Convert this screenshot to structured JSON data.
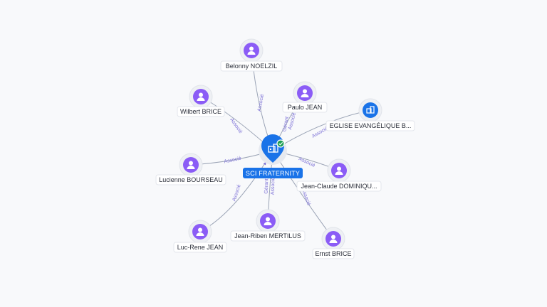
{
  "center": {
    "name": "SCI FRATERNITY",
    "icon": "building-icon",
    "badge_icon": "verified-check-icon",
    "color": "#1a73e8"
  },
  "nodes": [
    {
      "id": "belonny",
      "name": "Belonny NOELZIL",
      "type": "person",
      "icon": "person-icon"
    },
    {
      "id": "paulo",
      "name": "Paulo JEAN",
      "type": "person",
      "icon": "person-icon"
    },
    {
      "id": "eglise",
      "name": "EGLISE EVANGÉLIQUE B...",
      "type": "company",
      "icon": "building-icon"
    },
    {
      "id": "wilbert",
      "name": "Wilbert BRICE",
      "type": "person",
      "icon": "person-icon"
    },
    {
      "id": "lucienne",
      "name": "Lucienne BOURSEAU",
      "type": "person",
      "icon": "person-icon"
    },
    {
      "id": "jeanclaude",
      "name": "Jean-Claude DOMINIQU...",
      "type": "person",
      "icon": "person-icon"
    },
    {
      "id": "lucrene",
      "name": "Luc-Rene JEAN",
      "type": "person",
      "icon": "person-icon"
    },
    {
      "id": "jeanriben",
      "name": "Jean-Riben MERTILUS",
      "type": "person",
      "icon": "person-icon"
    },
    {
      "id": "ernst",
      "name": "Ernst BRICE",
      "type": "person",
      "icon": "person-icon"
    }
  ],
  "edges": [
    {
      "from": "belonny",
      "labels": [
        "Associé"
      ]
    },
    {
      "from": "paulo",
      "labels": [
        "Gérant",
        "Associé"
      ]
    },
    {
      "from": "eglise",
      "labels": [
        "Associé"
      ]
    },
    {
      "from": "wilbert",
      "labels": [
        "Associé"
      ]
    },
    {
      "from": "lucienne",
      "labels": [
        "Associé"
      ]
    },
    {
      "from": "jeanclaude",
      "labels": [
        "Associé"
      ]
    },
    {
      "from": "lucrene",
      "labels": [
        "Associé"
      ]
    },
    {
      "from": "jeanriben",
      "labels": [
        "Gérant",
        "Associé"
      ]
    },
    {
      "from": "ernst",
      "labels": [
        "Associé"
      ]
    }
  ],
  "colors": {
    "person": "#8b5cf6",
    "company": "#1a73e8",
    "edge_label": "#7b6fd6",
    "badge": "#1e9e54"
  }
}
